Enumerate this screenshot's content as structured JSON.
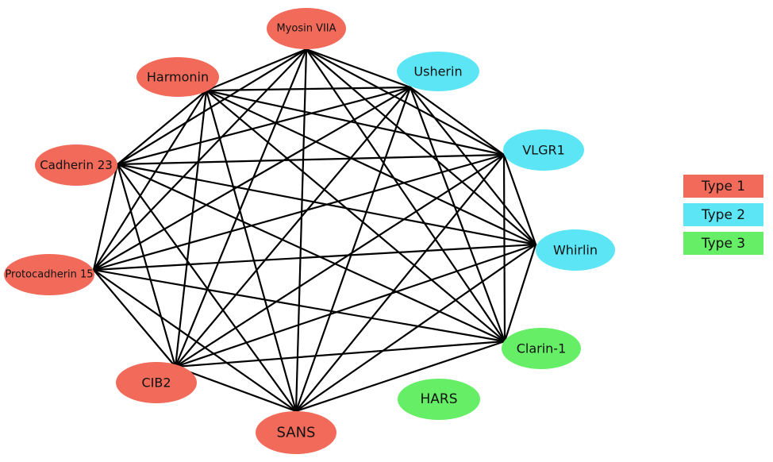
{
  "diagram": {
    "nodes": [
      {
        "id": "myosin7a",
        "label": "Myosin VIIA",
        "type": "type1"
      },
      {
        "id": "harmonin",
        "label": "Harmonin",
        "type": "type1"
      },
      {
        "id": "cadherin23",
        "label": "Cadherin 23",
        "type": "type1"
      },
      {
        "id": "protocadherin15",
        "label": "Protocadherin 15",
        "type": "type1"
      },
      {
        "id": "cib2",
        "label": "CIB2",
        "type": "type1"
      },
      {
        "id": "sans",
        "label": "SANS",
        "type": "type1"
      },
      {
        "id": "usherin",
        "label": "Usherin",
        "type": "type2"
      },
      {
        "id": "vlgr1",
        "label": "VLGR1",
        "type": "type2"
      },
      {
        "id": "whirlin",
        "label": "Whirlin",
        "type": "type2"
      },
      {
        "id": "clarin1",
        "label": "Clarin-1",
        "type": "type3"
      },
      {
        "id": "hars",
        "label": "HARS",
        "type": "type3"
      }
    ],
    "edges": "complete graph among all nodes except HARS"
  },
  "legend": {
    "items": [
      {
        "type": "type1",
        "label": "Type 1",
        "color": "#f26b5a"
      },
      {
        "type": "type2",
        "label": "Type 2",
        "color": "#5ce6f5"
      },
      {
        "type": "type3",
        "label": "Type 3",
        "color": "#66ee66"
      }
    ]
  }
}
